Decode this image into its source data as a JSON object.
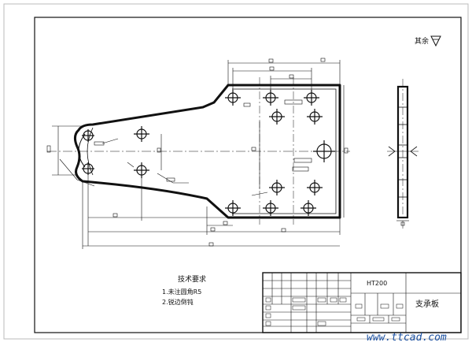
{
  "drawing": {
    "title": "支承板",
    "material": "HT200",
    "roughness_symbol": "√",
    "tech_requirements": {
      "heading": "技术要求",
      "items": [
        "1.未注圆角R5",
        "2.锐边倒钝"
      ]
    }
  },
  "watermark": {
    "text": "www.ttcad.com",
    "color": "#1a4fa0"
  },
  "colors": {
    "line": "#111111",
    "paper": "#ffffff"
  }
}
